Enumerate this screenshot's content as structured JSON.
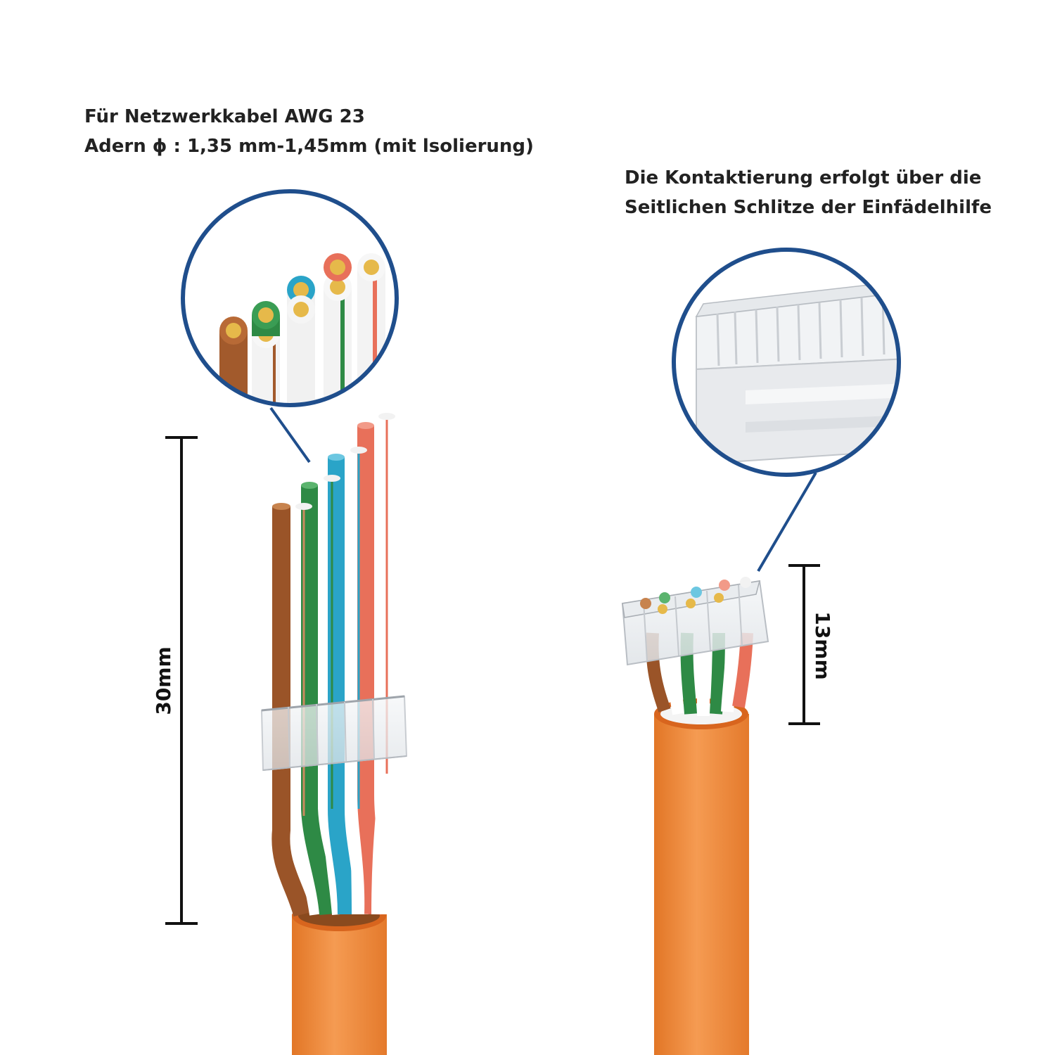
{
  "left_caption": {
    "line1": "Für Netzwerkkabel AWG 23",
    "line2": "Adern ϕ : 1,35 mm-1,45mm (mit lsolierung)"
  },
  "right_caption": {
    "line1": "Die Kontaktierung erfolgt über die",
    "line2": "Seitlichen Schlitze der Einfädelhilfe"
  },
  "dimensions": {
    "left_length": "30mm",
    "right_length": "13mm"
  },
  "colors": {
    "cable_jacket": "#f2883a",
    "callout_ring": "#1f4e8c",
    "wire_brown": "#a0582a",
    "wire_green": "#2e8a45",
    "wire_blue": "#2aa4c8",
    "wire_orange": "#e8705a",
    "copper": "#e6b94a"
  }
}
